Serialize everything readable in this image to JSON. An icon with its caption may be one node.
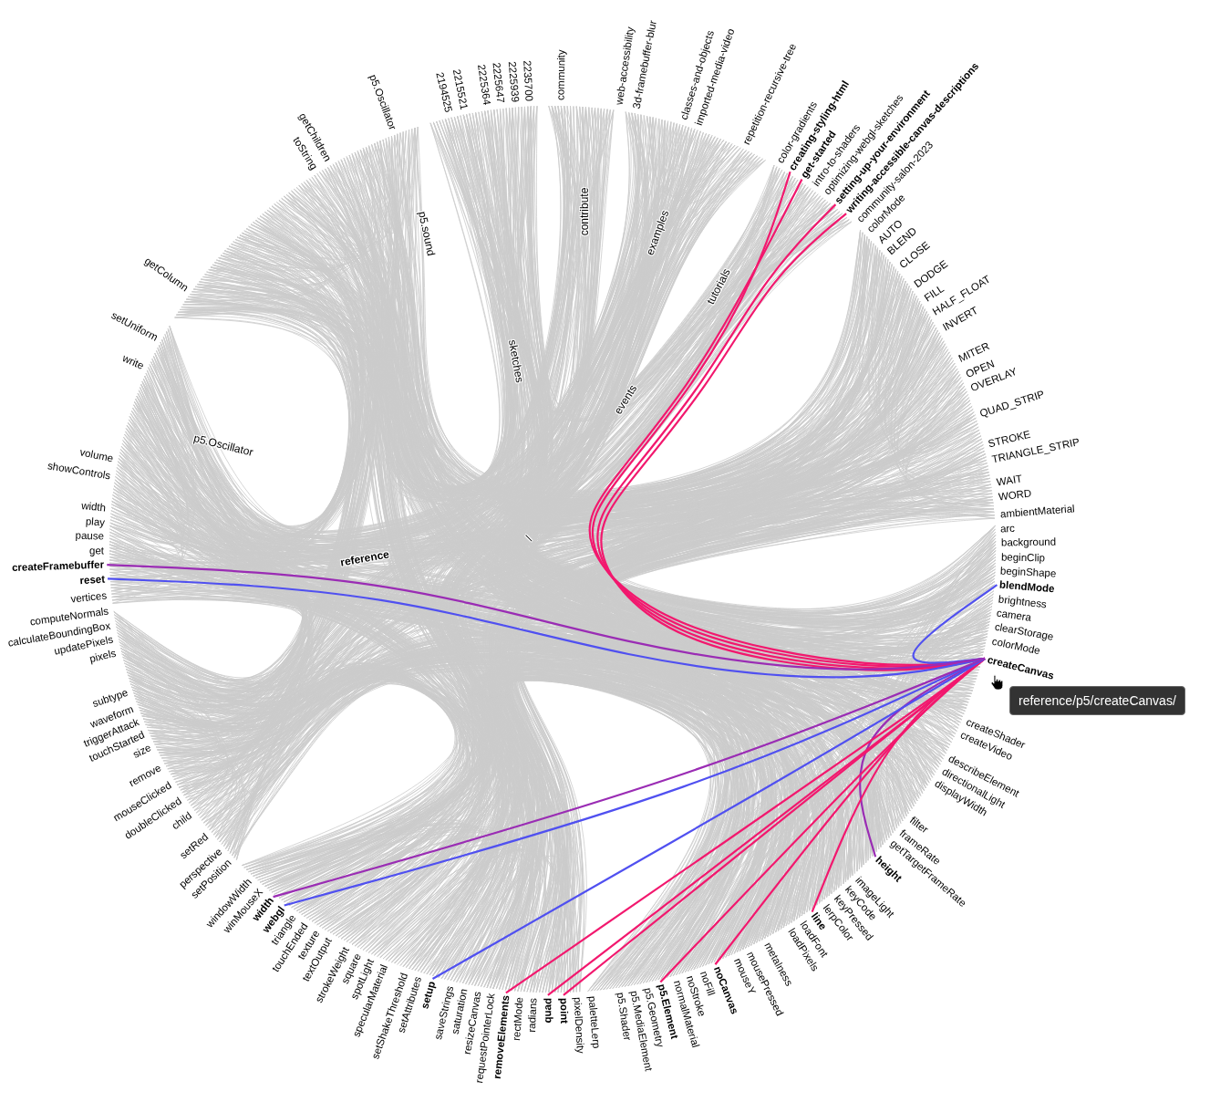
{
  "diagram": {
    "nodes": [
      {
        "text": [
          "community"
        ]
      },
      {
        "text": [
          "web-accessibility"
        ]
      },
      {
        "text": [
          "3d-framebuffer-blur"
        ]
      },
      {
        "text": [
          "classes-and-objects"
        ]
      },
      {
        "text": [
          "imported-media-video"
        ]
      },
      {
        "text": [
          "repetition-recursive-tree"
        ]
      },
      {
        "text": [
          "color-gradients"
        ]
      },
      {
        "text": [
          "creating-styling-html"
        ]
      },
      {
        "text": [
          "get-started"
        ]
      },
      {
        "text": [
          "intro-to-shaders"
        ]
      },
      {
        "text": [
          "optimizing-webgl-sketches"
        ]
      },
      {
        "text": [
          "setting-up-your-environment"
        ]
      },
      {
        "text": [
          "writing-accessible-canvas-descriptions"
        ]
      },
      {
        "text": [
          "community-salon-2023"
        ]
      },
      {
        "text": [
          "colorMode"
        ]
      },
      {
        "text": [
          "AUTO"
        ]
      },
      {
        "text": [
          "BLEND"
        ]
      },
      {
        "text": [
          "CLOSE"
        ]
      },
      {
        "text": [
          "DODGE"
        ]
      },
      {
        "text": [
          "FILL"
        ]
      },
      {
        "text": [
          "HALF_FLOAT"
        ]
      },
      {
        "text": [
          "INVERT"
        ]
      },
      {
        "text": [
          "MITER"
        ]
      },
      {
        "text": [
          "OPEN"
        ]
      },
      {
        "text": [
          "OVERLAY"
        ]
      },
      {
        "text": [
          "QUAD_STRIP"
        ]
      },
      {
        "text": [
          "STROKE"
        ]
      },
      {
        "text": [
          "TRIANGLE_STRIP"
        ]
      },
      {
        "text": [
          "WAIT"
        ]
      },
      {
        "text": [
          "WORD"
        ]
      },
      {
        "text": [
          "ambientMaterial"
        ]
      },
      {
        "text": [
          "arc"
        ]
      },
      {
        "text": [
          "background"
        ]
      },
      {
        "text": [
          "beginClip"
        ]
      },
      {
        "text": [
          "beginShape"
        ]
      },
      {
        "text": [
          "blendMode"
        ]
      },
      {
        "text": [
          "brightness"
        ]
      },
      {
        "text": [
          "camera"
        ]
      },
      {
        "text": [
          "clearStorage"
        ]
      },
      {
        "text": [
          "colorMode"
        ]
      },
      {
        "text": [
          "createCanvas"
        ]
      },
      {
        "text": [
          "createShader"
        ]
      },
      {
        "text": [
          "createVideo"
        ]
      },
      {
        "text": [
          "describeElement"
        ]
      },
      {
        "text": [
          "directionalLight"
        ]
      },
      {
        "text": [
          "displayWidth"
        ]
      },
      {
        "text": [
          "filter"
        ]
      },
      {
        "text": [
          "frameRate"
        ]
      },
      {
        "text": [
          "getTargetFrameRate"
        ]
      },
      {
        "text": [
          "height"
        ]
      },
      {
        "text": [
          "imageLight"
        ]
      },
      {
        "text": [
          "keyCode"
        ]
      },
      {
        "text": [
          "keyPressed"
        ]
      },
      {
        "text": [
          "lerpColor"
        ]
      },
      {
        "text": [
          "line"
        ]
      },
      {
        "text": [
          "loadFont"
        ]
      },
      {
        "text": [
          "loadPixels"
        ]
      },
      {
        "text": [
          "metalness"
        ]
      },
      {
        "text": [
          "mousePressed"
        ]
      },
      {
        "text": [
          "mouseY"
        ]
      },
      {
        "text": [
          "noCanvas"
        ]
      },
      {
        "text": [
          "noFill"
        ]
      },
      {
        "text": [
          "noStroke"
        ]
      },
      {
        "text": [
          "normalMaterial"
        ]
      },
      {
        "text": [
          "p5.Element"
        ]
      },
      {
        "text": [
          "p5.Geometry"
        ]
      },
      {
        "text": [
          "p5.MediaElement"
        ]
      },
      {
        "text": [
          "p5.Shader"
        ]
      },
      {
        "text": [
          "paletteLerp"
        ]
      },
      {
        "text": [
          "pixelDensity"
        ]
      },
      {
        "text": [
          "point"
        ]
      },
      {
        "text": [
          "quad"
        ]
      },
      {
        "text": [
          "radians"
        ]
      },
      {
        "text": [
          "rectMode"
        ]
      },
      {
        "text": [
          "removeElements"
        ]
      },
      {
        "text": [
          "requestPointerLock"
        ]
      },
      {
        "text": [
          "resizeCanvas"
        ]
      },
      {
        "text": [
          "saturation"
        ]
      },
      {
        "text": [
          "saveStrings"
        ]
      },
      {
        "text": [
          "setup"
        ]
      },
      {
        "text": [
          "setAttributes"
        ]
      },
      {
        "text": [
          "setShakeThreshold"
        ]
      },
      {
        "text": [
          "specularMaterial"
        ]
      },
      {
        "text": [
          "spotLight"
        ]
      },
      {
        "text": [
          "square"
        ]
      },
      {
        "text": [
          "strokeWeight"
        ]
      },
      {
        "text": [
          "textOutput"
        ]
      },
      {
        "text": [
          "texture"
        ]
      },
      {
        "text": [
          "touchEnded"
        ]
      },
      {
        "text": [
          "triangle"
        ]
      },
      {
        "text": [
          "webgl"
        ]
      },
      {
        "text": [
          "width"
        ]
      },
      {
        "text": [
          "winMouseX"
        ]
      },
      {
        "text": [
          "windowWidth"
        ]
      },
      {
        "text": [
          "setPosition"
        ]
      },
      {
        "text": [
          "perspective"
        ]
      },
      {
        "text": [
          "setRed"
        ]
      },
      {
        "text": [
          "child"
        ]
      },
      {
        "text": [
          "doubleClicked"
        ]
      },
      {
        "text": [
          "mouseClicked"
        ]
      },
      {
        "text": [
          "remove"
        ]
      },
      {
        "text": [
          "size"
        ]
      },
      {
        "text": [
          "touchStarted"
        ]
      },
      {
        "text": [
          "triggerAttack"
        ]
      },
      {
        "text": [
          "waveform"
        ]
      },
      {
        "text": [
          "subtype"
        ]
      },
      {
        "text": [
          "pixels"
        ]
      },
      {
        "text": [
          "updatePixels"
        ]
      },
      {
        "text": [
          "calculateBoundingBox"
        ]
      },
      {
        "text": [
          "computeNormals"
        ]
      },
      {
        "text": [
          "vertices"
        ]
      },
      {
        "text": [
          "reset"
        ]
      },
      {
        "text": [
          "createFramebuffer"
        ]
      },
      {
        "text": [
          "get"
        ]
      },
      {
        "text": [
          "pause"
        ]
      },
      {
        "text": [
          "play"
        ]
      },
      {
        "text": [
          "width"
        ]
      },
      {
        "text": [
          "showControls"
        ]
      },
      {
        "text": [
          "volume"
        ]
      },
      {
        "text": [
          "write"
        ]
      },
      {
        "text": [
          "setUniform"
        ]
      },
      {
        "text": [
          "getColumn"
        ]
      },
      {
        "text": [
          "toString"
        ]
      },
      {
        "text": [
          "getChildren"
        ]
      },
      {
        "text": [
          "p5.Oscillator"
        ]
      },
      {
        "text": [
          "2194525"
        ]
      },
      {
        "text": [
          "2215521"
        ]
      },
      {
        "text": [
          "2225364"
        ]
      },
      {
        "text": [
          "2225647"
        ]
      },
      {
        "text": [
          "2225939"
        ]
      },
      {
        "text": [
          "2235700"
        ]
      },
      {
        "text": [
          "reference/p5/createCanvas/"
        ]
      }
    ],
    "edges": [
      {
        "from": 40,
        "to": 8,
        "arrow": "none"
      },
      {
        "from": 40,
        "to": 7,
        "arrow": "none"
      },
      {
        "from": 40,
        "to": 11,
        "arrow": "none"
      },
      {
        "from": 40,
        "to": 12,
        "arrow": "none"
      },
      {
        "from": 40,
        "to": 35,
        "arrow": "none",
        "color": "#5050f0"
      },
      {
        "from": 40,
        "to": 49,
        "arrow": "none",
        "color": "#9a2cb4"
      },
      {
        "from": 40,
        "to": 54,
        "arrow": "none"
      },
      {
        "from": 40,
        "to": 60,
        "arrow": "none"
      },
      {
        "from": 40,
        "to": 64,
        "arrow": "none"
      },
      {
        "from": 40,
        "to": 70,
        "arrow": "none"
      },
      {
        "from": 40,
        "to": 71,
        "arrow": "none"
      },
      {
        "from": 40,
        "to": 74,
        "arrow": "none"
      },
      {
        "from": 40,
        "to": 79,
        "arrow": "none",
        "color": "#5050f0"
      },
      {
        "from": 40,
        "to": 90,
        "arrow": "none",
        "color": "#5050f0"
      },
      {
        "from": 40,
        "to": 91,
        "arrow": "none",
        "color": "#9a2cb4"
      },
      {
        "from": 40,
        "to": 111,
        "arrow": "none",
        "color": "#5050f0"
      },
      {
        "from": 40,
        "to": 112,
        "arrow": "none",
        "color": "#9a2cb4"
      }
    ],
    "labels": [
      "contribute",
      "p5.sound",
      "examples",
      "tutorials",
      "sketches",
      "events",
      "p5.Oscillator",
      "/",
      "reference"
    ]
  }
}
